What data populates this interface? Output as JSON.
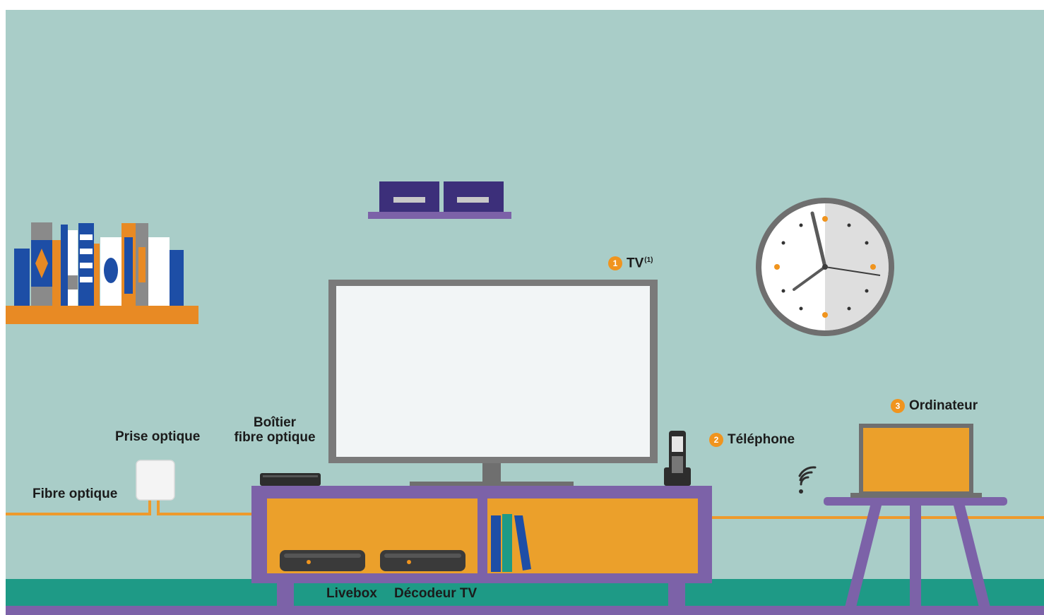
{
  "labels": {
    "tv": {
      "num": "1",
      "text": "TV",
      "sup": "(1)"
    },
    "telephone": {
      "num": "2",
      "text": "Téléphone"
    },
    "ordinateur": {
      "num": "3",
      "text": "Ordinateur"
    },
    "prise_optique": "Prise optique",
    "boitier_line1": "Boîtier",
    "boitier_line2": "fibre optique",
    "fibre_optique": "Fibre optique",
    "livebox": "Livebox",
    "decodeur_tv": "Décodeur TV"
  },
  "colors": {
    "wall": "#a9cdc8",
    "floor": "#1e9a86",
    "furniture": "#7c62a8",
    "cabinet_fill": "#eba02b",
    "badge": "#f0941e",
    "cable": "#ee9a2c",
    "screen_frame": "#7a7a7a",
    "laptop": "#eba02b",
    "shelf": "#e88a24",
    "dark_navy": "#3c2f7a"
  }
}
